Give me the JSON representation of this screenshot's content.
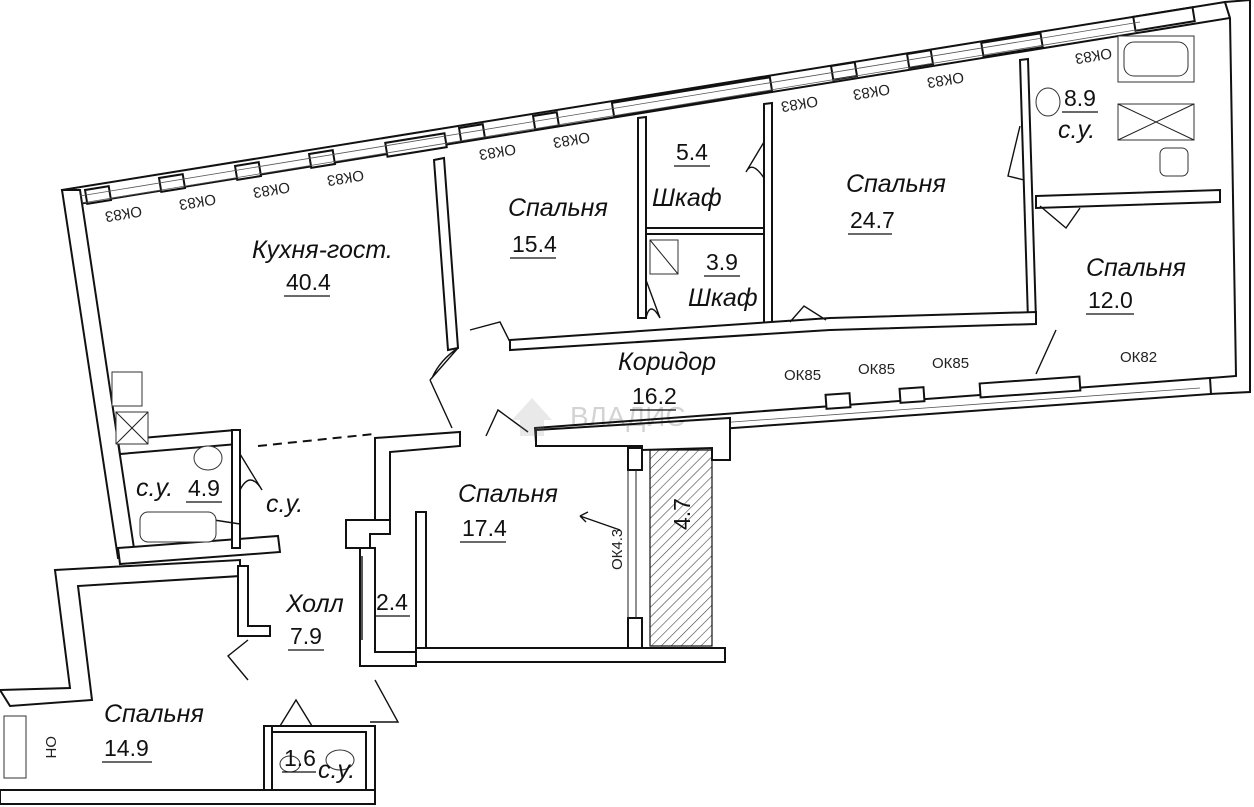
{
  "rooms": [
    {
      "id": "kitchen",
      "name": "Кухня-гост.",
      "area": "40.4"
    },
    {
      "id": "bedroom1",
      "name": "Спальня",
      "area": "15.4"
    },
    {
      "id": "closet1",
      "name": "Шкаф",
      "area": "5.4"
    },
    {
      "id": "closet2",
      "name": "Шкаф",
      "area": "3.9"
    },
    {
      "id": "bedroom2",
      "name": "Спальня",
      "area": "24.7"
    },
    {
      "id": "bath1",
      "name": "с.у.",
      "area": "8.9"
    },
    {
      "id": "bedroom3",
      "name": "Спальня",
      "area": "12.0"
    },
    {
      "id": "corridor",
      "name": "Коридор",
      "area": "16.2"
    },
    {
      "id": "bath2",
      "name": "с.у.",
      "area": "4.9"
    },
    {
      "id": "bath2b",
      "name": "с.у.",
      "area": ""
    },
    {
      "id": "bedroom4",
      "name": "Спальня",
      "area": "17.4"
    },
    {
      "id": "loggia",
      "name": "",
      "area": "4.7"
    },
    {
      "id": "hall",
      "name": "Холл",
      "area": "7.9"
    },
    {
      "id": "storage",
      "name": "",
      "area": "2.4"
    },
    {
      "id": "bedroom5",
      "name": "Спальня",
      "area": "14.9"
    },
    {
      "id": "wc",
      "name": "с.у.",
      "area": "1.6"
    }
  ],
  "windows": {
    "ok83": "ОК83",
    "ok85": "ОК85",
    "ok82": "ОК82",
    "ok43": "ОК4.3",
    "on": "ОН"
  },
  "watermark": "ВЛАДИС"
}
